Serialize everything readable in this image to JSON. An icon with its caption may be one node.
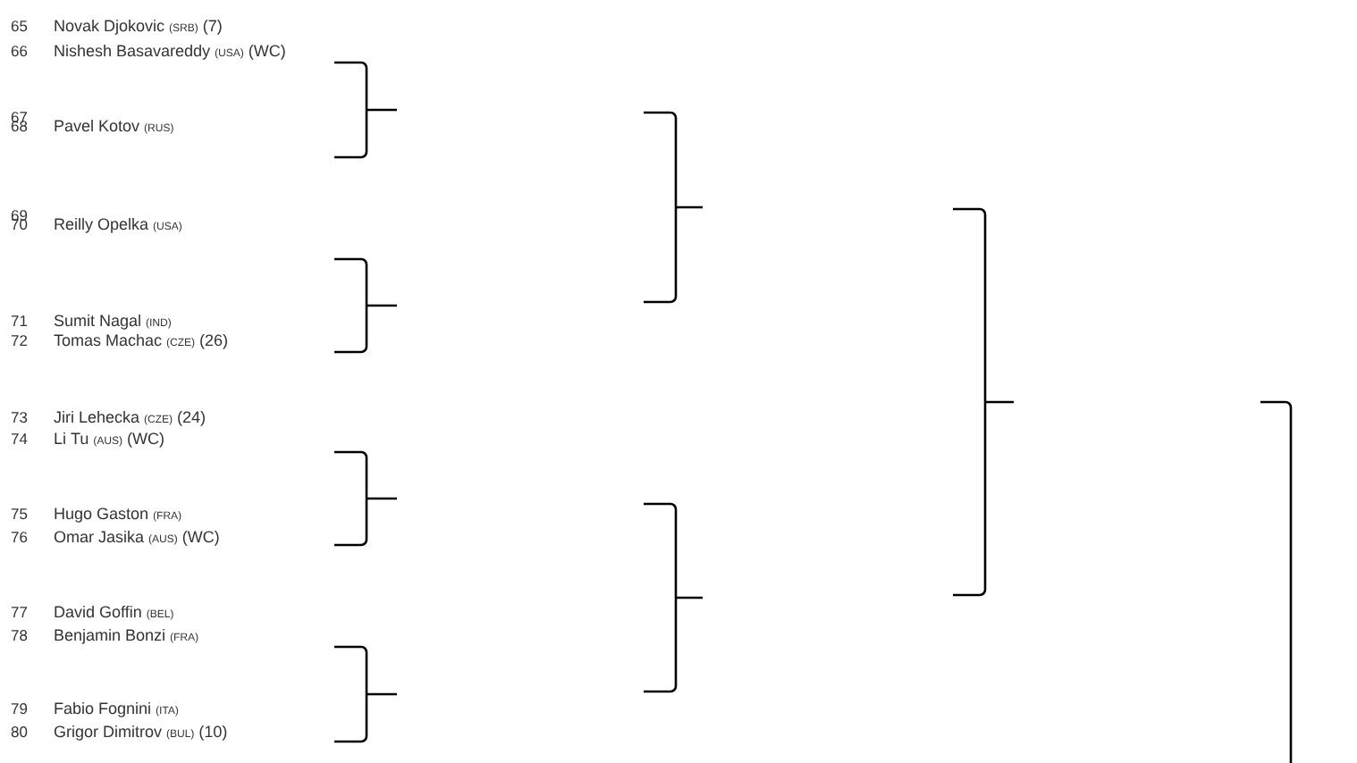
{
  "diagram": {
    "labels": [
      "65",
      "Novak Djokovic",
      "(SRB)",
      "(7)",
      "66",
      "Nishesh Basavareddy",
      "(USA)",
      "(WC)",
      "67",
      "68",
      "Pavel Kotov",
      "(RUS)",
      "69",
      "70",
      "Reilly Opelka",
      "(USA)",
      "71",
      "Sumit Nagal",
      "(IND)",
      "72",
      "Tomas Machac",
      "(CZE)",
      "(26)",
      "73",
      "Jiri Lehecka",
      "(CZE)",
      "(24)",
      "74",
      "Li Tu",
      "(AUS)",
      "(WC)",
      "75",
      "Hugo Gaston",
      "(FRA)",
      "76",
      "Omar Jasika",
      "(AUS)",
      "(WC)",
      "77",
      "David Goffin",
      "(BEL)",
      "78",
      "Benjamin Bonzi",
      "(FRA)",
      "79",
      "Fabio Fognini",
      "(ITA)",
      "80",
      "Grigor Dimitrov",
      "(BUL)",
      "(10)"
    ]
  }
}
